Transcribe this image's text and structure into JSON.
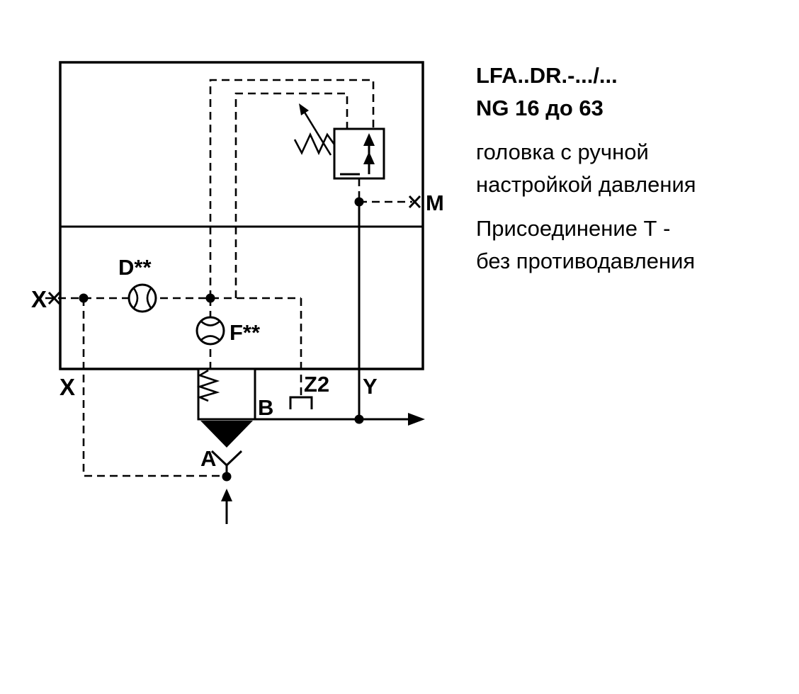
{
  "description": {
    "model": "LFA..DR.-.../...",
    "size": "NG 16 до 63",
    "desc1": "головка с ручной",
    "desc2": "настройкой давления",
    "note1": "Присоединение Т -",
    "note2": "без противодавления"
  },
  "diagram": {
    "labels": {
      "port_x_left": "X",
      "port_x_bottom": "X",
      "orifice_d": "D**",
      "orifice_f": "F**",
      "port_b": "B",
      "port_z2": "Z2",
      "port_y": "Y",
      "port_a": "A",
      "port_m": "M"
    },
    "colors": {
      "line": "#000000",
      "background": "#ffffff"
    }
  }
}
